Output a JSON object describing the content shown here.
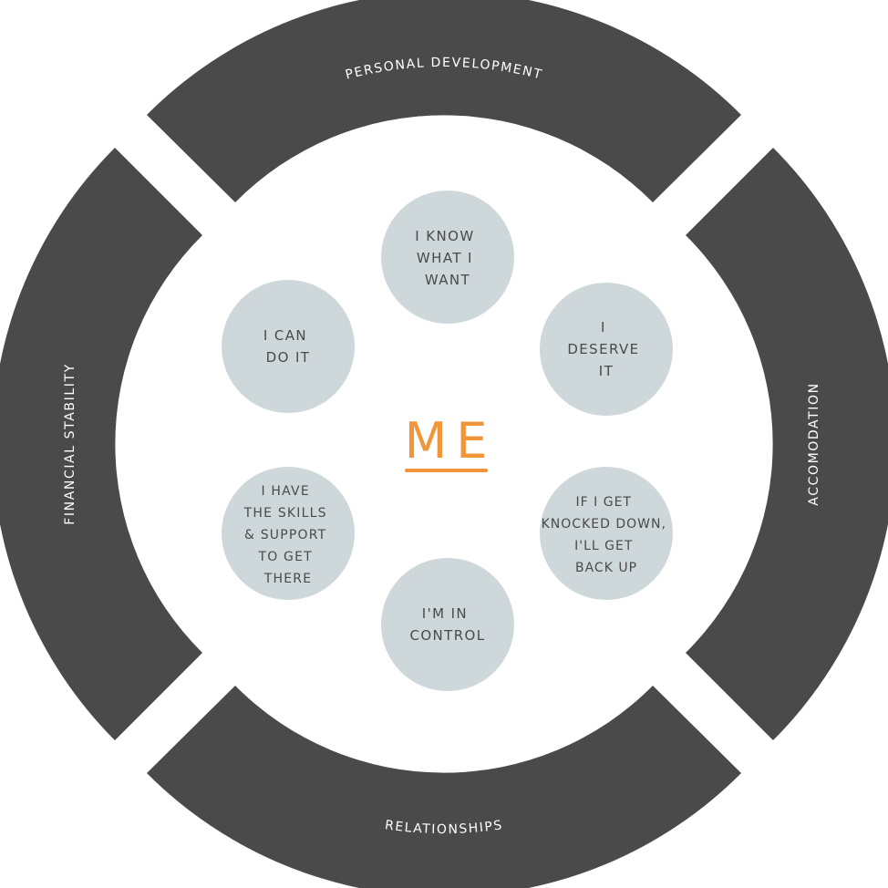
{
  "center": {
    "title": "ME",
    "accent_color": "#f0953a"
  },
  "colors": {
    "segment": "#4a4a4a",
    "bubble": "#ced7da",
    "bubble_text": "#4a4a4a",
    "segment_text": "#ffffff"
  },
  "segments": [
    {
      "id": "top",
      "label": "PERSONAL DEVELOPMENT"
    },
    {
      "id": "right",
      "label": "ACCOMODATION"
    },
    {
      "id": "bottom",
      "label": "RELATIONSHIPS"
    },
    {
      "id": "left",
      "label": "FINANCIAL STABILITY"
    }
  ],
  "bubbles": [
    {
      "id": "know-what-i-want",
      "lines": [
        "I KNOW",
        "WHAT I",
        "WANT"
      ]
    },
    {
      "id": "deserve-it",
      "lines": [
        "I",
        "DESERVE",
        "IT"
      ]
    },
    {
      "id": "knocked-down",
      "lines": [
        "IF I GET",
        "KNOCKED DOWN,",
        "I'LL GET",
        "BACK UP"
      ]
    },
    {
      "id": "in-control",
      "lines": [
        "I'M IN",
        "CONTROL"
      ]
    },
    {
      "id": "skills-support",
      "lines": [
        "I HAVE",
        "THE SKILLS",
        "& SUPPORT",
        "TO GET",
        "THERE"
      ]
    },
    {
      "id": "can-do-it",
      "lines": [
        "I CAN",
        "DO IT"
      ]
    }
  ]
}
